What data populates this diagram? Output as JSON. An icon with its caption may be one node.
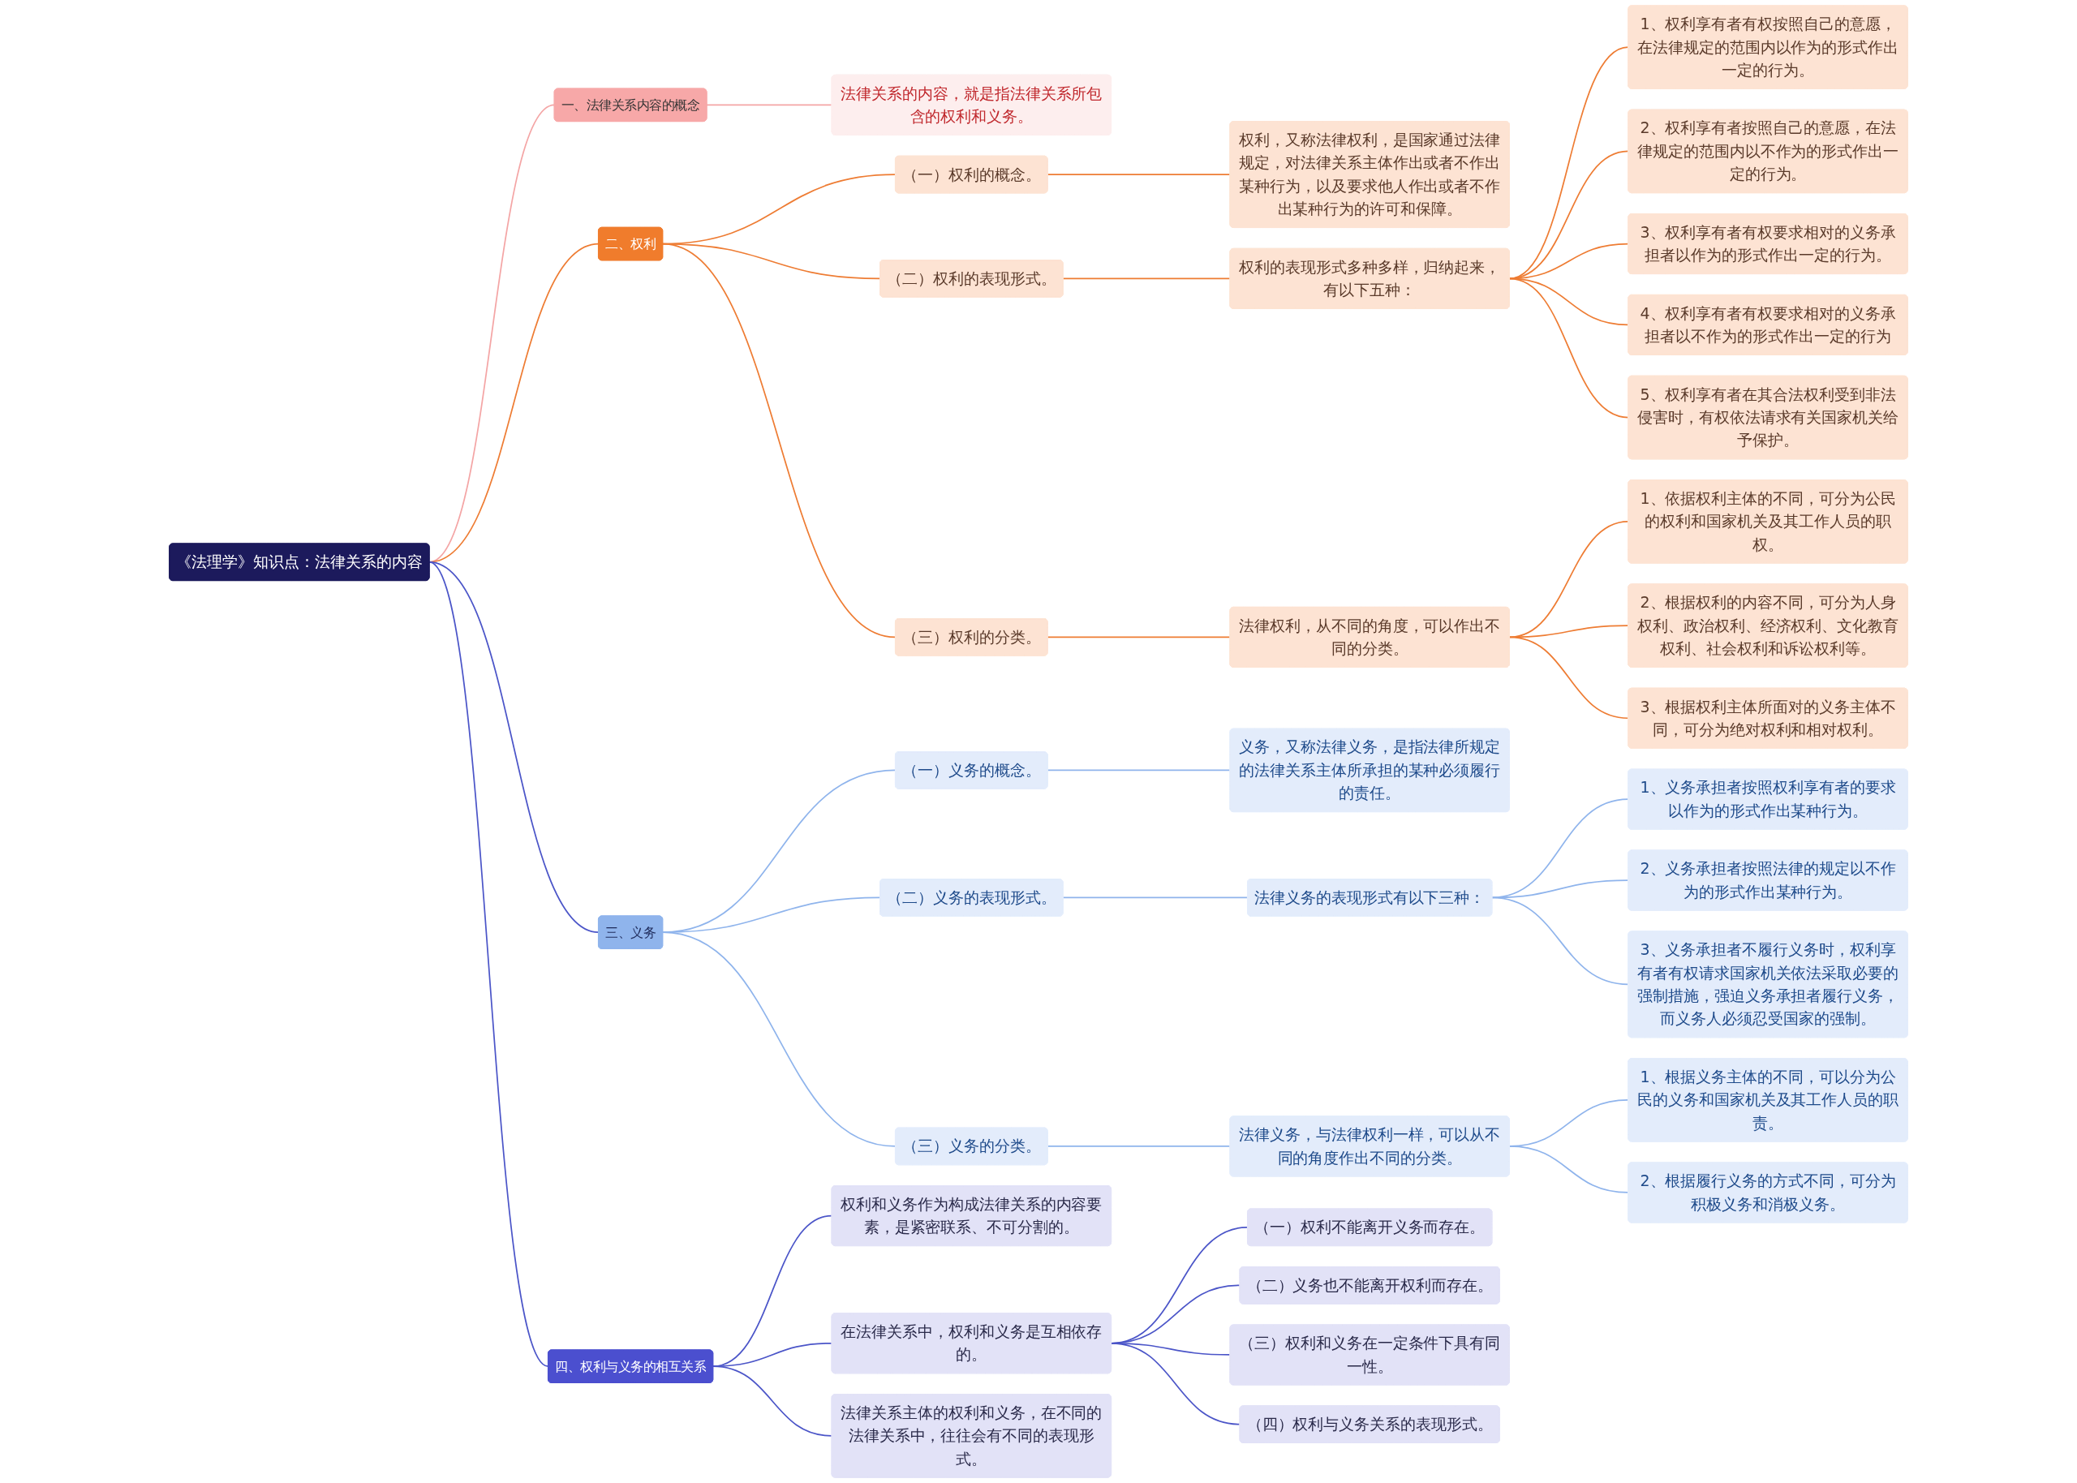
{
  "diagram": {
    "nodes": [
      {
        "text": [
          "《法理学》知识点：法律关系的内容"
        ]
      },
      {
        "text": [
          "一、法律关系内容的概念"
        ]
      },
      {
        "text": [
          "法律关系的内容，就是指法律关系所包含的权利和义务。"
        ]
      },
      {
        "text": [
          "二、权利"
        ]
      },
      {
        "text": [
          "（一）权利的概念。"
        ]
      },
      {
        "text": [
          "权利，又称法律权利，是国家通过法律规定，对法律关系主体作出或者不作出某种行为，以及要求他人作出或者不作出某种行为的许可和保障。"
        ]
      },
      {
        "text": [
          "（二）权利的表现形式。"
        ]
      },
      {
        "text": [
          "权利的表现形式多种多样，归纳起来，有以下五种："
        ]
      },
      {
        "text": [
          "1、权利享有者有权按照自己的意愿，在法律规定的范围内以作为的形式作出一定的行为。"
        ]
      },
      {
        "text": [
          "2、权利享有者按照自己的意愿，在法律规定的范围内以不作为的形式作出一定的行为。"
        ]
      },
      {
        "text": [
          "3、权利享有者有权要求相对的义务承担者以作为的形式作出一定的行为。"
        ]
      },
      {
        "text": [
          "4、权利享有者有权要求相对的义务承担者以不作为的形式作出一定的行为"
        ]
      },
      {
        "text": [
          "5、权利享有者在其合法权利受到非法侵害时，有权依法请求有关国家机关给予保护。"
        ]
      },
      {
        "text": [
          "（三）权利的分类。"
        ]
      },
      {
        "text": [
          "法律权利，从不同的角度，可以作出不同的分类。"
        ]
      },
      {
        "text": [
          "1、依据权利主体的不同，可分为公民的权利和国家机关及其工作人员的职权。"
        ]
      },
      {
        "text": [
          "2、根据权利的内容不同，可分为人身权利、政治权利、经济权利、文化教育权利、社会权利和诉讼权利等。"
        ]
      },
      {
        "text": [
          "3、根据权利主体所面对的义务主体不同，可分为绝对权利和相对权利。"
        ]
      },
      {
        "text": [
          "三、义务"
        ]
      },
      {
        "text": [
          "（一）义务的概念。"
        ]
      },
      {
        "text": [
          "义务，又称法律义务，是指法律所规定的法律关系主体所承担的某种必须履行的责任。"
        ]
      },
      {
        "text": [
          "（二）义务的表现形式。"
        ]
      },
      {
        "text": [
          "法律义务的表现形式有以下三种："
        ]
      },
      {
        "text": [
          "1、义务承担者按照权利享有者的要求以作为的形式作出某种行为。"
        ]
      },
      {
        "text": [
          "2、义务承担者按照法律的规定以不作为的形式作出某种行为。"
        ]
      },
      {
        "text": [
          "3、义务承担者不履行义务时，权利享有者有权请求国家机关依法采取必要的强制措施，强迫义务承担者履行义务，而义务人必须忍受国家的强制。"
        ]
      },
      {
        "text": [
          "（三）义务的分类。"
        ]
      },
      {
        "text": [
          "法律义务，与法律权利一样，可以从不同的角度作出不同的分类。"
        ]
      },
      {
        "text": [
          "1、根据义务主体的不同，可以分为公民的义务和国家机关及其工作人员的职责。"
        ]
      },
      {
        "text": [
          "2、根据履行义务的方式不同，可分为积极义务和消极义务。"
        ]
      },
      {
        "text": [
          "四、权利与义务的相互关系"
        ]
      },
      {
        "text": [
          "权利和义务作为构成法律关系的内容要素，是紧密联系、不可分割的。"
        ]
      },
      {
        "text": [
          "在法律关系中，权利和义务是互相依存的。"
        ]
      },
      {
        "text": [
          "（一）权利不能离开义务而存在。"
        ]
      },
      {
        "text": [
          "（二）义务也不能离开权利而存在。"
        ]
      },
      {
        "text": [
          "（三）权利和义务在一定条件下具有同一性。"
        ]
      },
      {
        "text": [
          "（四）权利与义务关系的表现形式。"
        ]
      },
      {
        "text": [
          "法律关系主体的权利和义务，在不同的法律关系中，往往会有不同的表现形式。"
        ]
      }
    ],
    "edges": [
      {
        "from": 0,
        "to": 1,
        "arrow": "none",
        "color": "#f4a5a5"
      },
      {
        "from": 1,
        "to": 2,
        "arrow": "none",
        "color": "#f4a5a5"
      },
      {
        "from": 0,
        "to": 3,
        "arrow": "none"
      },
      {
        "from": 3,
        "to": 4,
        "arrow": "none"
      },
      {
        "from": 4,
        "to": 5,
        "arrow": "none"
      },
      {
        "from": 3,
        "to": 6,
        "arrow": "none"
      },
      {
        "from": 6,
        "to": 7,
        "arrow": "none"
      },
      {
        "from": 7,
        "to": 8,
        "arrow": "none"
      },
      {
        "from": 7,
        "to": 9,
        "arrow": "none"
      },
      {
        "from": 7,
        "to": 10,
        "arrow": "none"
      },
      {
        "from": 7,
        "to": 11,
        "arrow": "none"
      },
      {
        "from": 7,
        "to": 12,
        "arrow": "none"
      },
      {
        "from": 3,
        "to": 13,
        "arrow": "none"
      },
      {
        "from": 13,
        "to": 14,
        "arrow": "none"
      },
      {
        "from": 14,
        "to": 15,
        "arrow": "none"
      },
      {
        "from": 14,
        "to": 16,
        "arrow": "none"
      },
      {
        "from": 14,
        "to": 17,
        "arrow": "none"
      },
      {
        "from": 0,
        "to": 18,
        "arrow": "none",
        "color": "#4b55c8"
      },
      {
        "from": 18,
        "to": 19,
        "arrow": "none",
        "color": "#8fb4ec"
      },
      {
        "from": 19,
        "to": 20,
        "arrow": "none",
        "color": "#8fb4ec"
      },
      {
        "from": 18,
        "to": 21,
        "arrow": "none",
        "color": "#8fb4ec"
      },
      {
        "from": 21,
        "to": 22,
        "arrow": "none",
        "color": "#8fb4ec"
      },
      {
        "from": 22,
        "to": 23,
        "arrow": "none",
        "color": "#8fb4ec"
      },
      {
        "from": 22,
        "to": 24,
        "arrow": "none",
        "color": "#8fb4ec"
      },
      {
        "from": 22,
        "to": 25,
        "arrow": "none",
        "color": "#8fb4ec"
      },
      {
        "from": 18,
        "to": 26,
        "arrow": "none",
        "color": "#8fb4ec"
      },
      {
        "from": 26,
        "to": 27,
        "arrow": "none",
        "color": "#8fb4ec"
      },
      {
        "from": 27,
        "to": 28,
        "arrow": "none",
        "color": "#8fb4ec"
      },
      {
        "from": 27,
        "to": 29,
        "arrow": "none",
        "color": "#8fb4ec"
      },
      {
        "from": 0,
        "to": 30,
        "arrow": "none",
        "color": "#4b55c8"
      },
      {
        "from": 30,
        "to": 31,
        "arrow": "none",
        "color": "#4b55c8"
      },
      {
        "from": 30,
        "to": 32,
        "arrow": "none",
        "color": "#4b55c8"
      },
      {
        "from": 32,
        "to": 33,
        "arrow": "none",
        "color": "#4b55c8"
      },
      {
        "from": 32,
        "to": 34,
        "arrow": "none",
        "color": "#4b55c8"
      },
      {
        "from": 32,
        "to": 35,
        "arrow": "none",
        "color": "#4b55c8"
      },
      {
        "from": 32,
        "to": 36,
        "arrow": "none",
        "color": "#4b55c8"
      },
      {
        "from": 30,
        "to": 37,
        "arrow": "none",
        "color": "#4b55c8"
      }
    ]
  }
}
